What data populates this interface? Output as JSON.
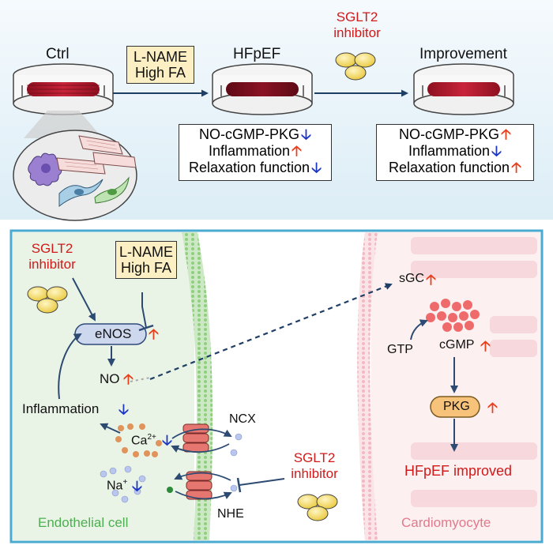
{
  "top": {
    "ctrl": "Ctrl",
    "lname": "L-NAME",
    "highfa": "High FA",
    "hfpef": "HFpEF",
    "sglt2_a": "SGLT2",
    "sglt2_b": "inhibitor",
    "improvement": "Improvement",
    "results_hfpef": [
      "NO-cGMP-PKG",
      "Inflammation",
      "Relaxation function"
    ],
    "results_improve": [
      "NO-cGMP-PKG",
      "Inflammation",
      "Relaxation function"
    ]
  },
  "bottom": {
    "sglt2_a": "SGLT2",
    "sglt2_b": "inhibitor",
    "lname": "L-NAME",
    "highfa": "High FA",
    "enos": "eNOS",
    "no": "NO",
    "inflammation": "Inflammation",
    "ca": "Ca",
    "ca_sup": "2+",
    "na": "Na",
    "na_sup": "+",
    "ncx": "NCX",
    "nhe": "NHE",
    "sglt2_right_a": "SGLT2",
    "sglt2_right_b": "inhibitor",
    "sgc": "sGC",
    "gtp": "GTP",
    "cgmp": "cGMP",
    "pkg": "PKG",
    "hfpef_improved": "HFpEF improved",
    "endothelial": "Endothelial cell",
    "cardiomyocyte": "Cardiomyocyte"
  },
  "colors": {
    "up_arrow": "#e8401d",
    "down_arrow": "#1b35c4",
    "drug_text": "#d01a1a",
    "endo_text": "#4caf50",
    "cardio_text": "#e07a8c",
    "panel_border": "#4aaad0"
  }
}
